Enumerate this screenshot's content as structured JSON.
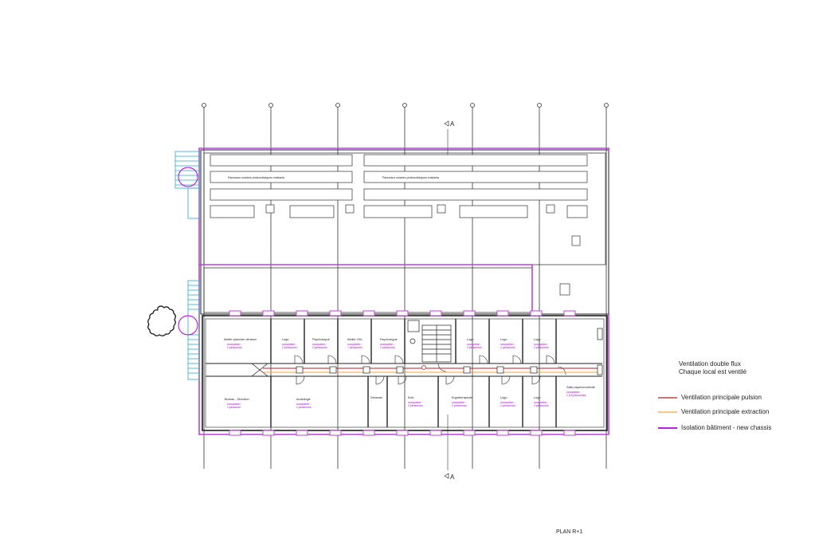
{
  "section_mark": "A",
  "rooftop": {
    "panels_label_1": "Panneaux solaires photovoltaïques existants",
    "panels_label_2": "Panneaux solaires photovoltaïques existants"
  },
  "rooms": {
    "r1": {
      "name": "Atelier plancher ultrason",
      "occ1": "occupation :",
      "occ2": "2 personnes"
    },
    "r2": {
      "name": "Logo",
      "occ1": "occupation :",
      "occ2": "2 personnes"
    },
    "r3": {
      "name": "Psychologue",
      "occ1": "occupation :",
      "occ2": "2 personnes"
    },
    "r4": {
      "name": "Atelier OVL",
      "occ1": "occupation :",
      "occ2": "? personnes"
    },
    "r5": {
      "name": "Psychologue",
      "occ1": "occupation :",
      "occ2": "2 personnes"
    },
    "r6": {
      "name": "Logo",
      "occ1": "occupation :",
      "occ2": "2 personnes"
    },
    "r7": {
      "name": "Logo",
      "occ1": "occupation :",
      "occ2": "2 personnes"
    },
    "r8": {
      "name": "Logo",
      "occ1": "occupation :",
      "occ2": "2 personnes"
    },
    "r9": {
      "name": "Bureau - Direction",
      "occ1": "occupation :",
      "occ2": "1 personne"
    },
    "r10": {
      "name": "Audiologie",
      "occ1": "occupation :",
      "occ2": "2 personnes"
    },
    "r11": {
      "name": "Débarras"
    },
    "r12": {
      "name": "Ecte",
      "occ1": "occupation :",
      "occ2": "2 personnes"
    },
    "r13": {
      "name": "Ergothérapeute",
      "occ1": "occupation :",
      "occ2": "2 personnes"
    },
    "r14": {
      "name": "Logo",
      "occ1": "occupation :",
      "occ2": "2 personnes"
    },
    "r15": {
      "name": "Logo",
      "occ1": "occupation :",
      "occ2": "2 personnes"
    },
    "r16": {
      "name": "Salle psychomotricité",
      "occ1": "occupation :",
      "occ2": "1 à 8 personnes"
    }
  },
  "legend": {
    "title_line1": "Ventilation double flux",
    "title_line2": "Chaque local est ventilé",
    "items": [
      {
        "label": "Ventilation principale pulsion",
        "color": "#b22222"
      },
      {
        "label": "Ventilation principale extraction",
        "color": "#f5a040"
      },
      {
        "label": "Isolation bâtiment - new chassis",
        "color": "#b000e0"
      }
    ]
  },
  "plan_title": "PLAN R+1",
  "colors": {
    "insulation": "#c040e0",
    "supply": "#b22222",
    "extract": "#f5a040",
    "cyan": "#2aa8d8",
    "occupancy": "#b000e0"
  }
}
